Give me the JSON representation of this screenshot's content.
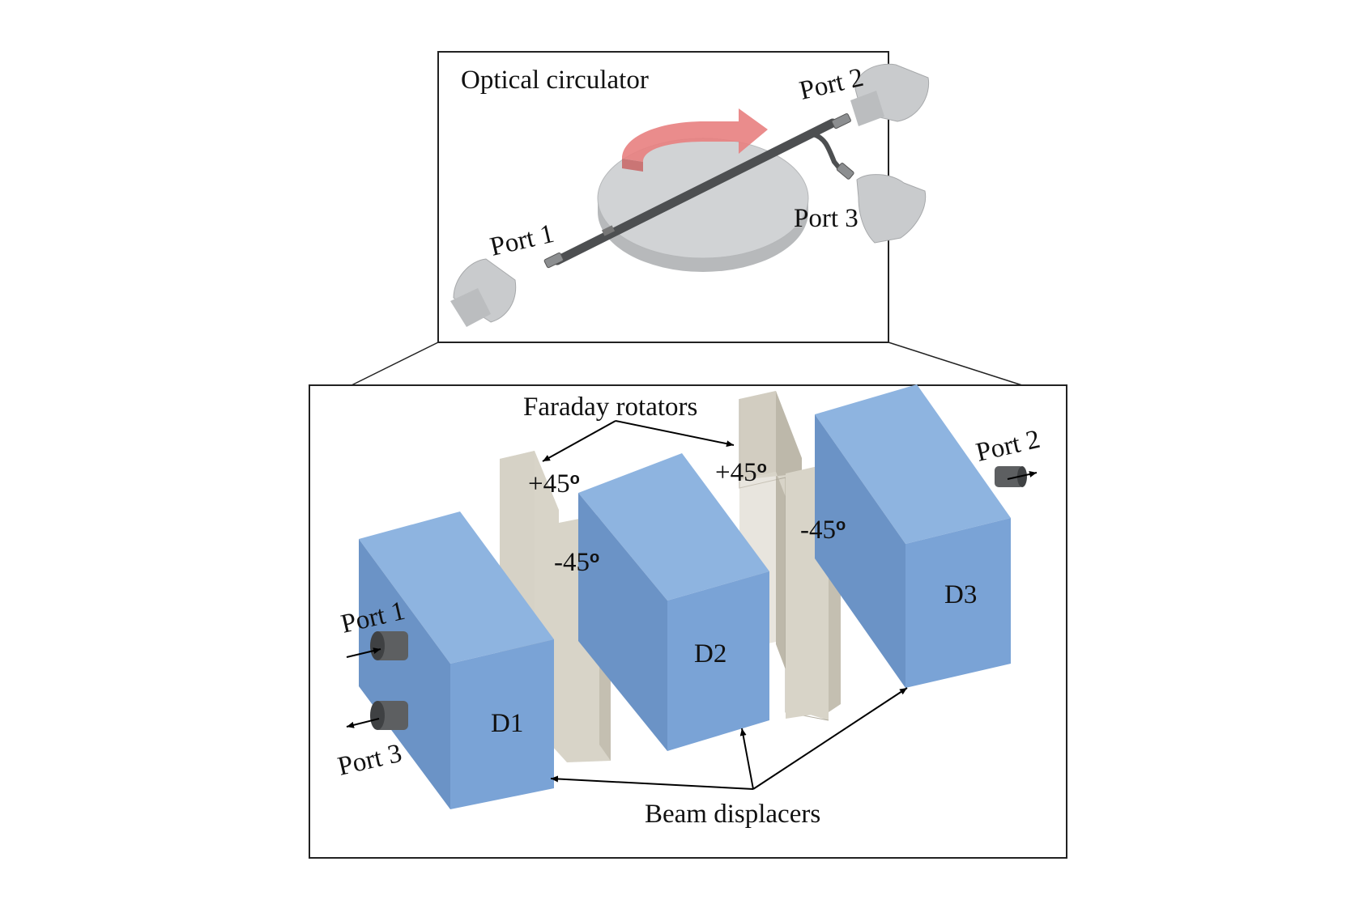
{
  "top_panel": {
    "title": "Optical circulator",
    "port1": "Port 1",
    "port2": "Port 2",
    "port3": "Port 3"
  },
  "bottom_panel": {
    "faraday_label": "Faraday rotators",
    "rot1_plus": "+45",
    "rot1_minus": "-45",
    "rot2_plus": "+45",
    "rot2_minus": "-45",
    "degree_symbol": "o",
    "d1": "D1",
    "d2": "D2",
    "d3": "D3",
    "port1": "Port 1",
    "port2": "Port 2",
    "port3": "Port 3",
    "beam_label": "Beam displacers"
  },
  "colors": {
    "displacer_front": "#7aa3d6",
    "displacer_side": "#6b93c6",
    "displacer_top": "#8eb4e0",
    "rotator": "#d8d4c8",
    "rotator_dark": "#c9c4b6",
    "circulator_arrow": "#e88080",
    "port_gray": "#c9cbcd"
  }
}
